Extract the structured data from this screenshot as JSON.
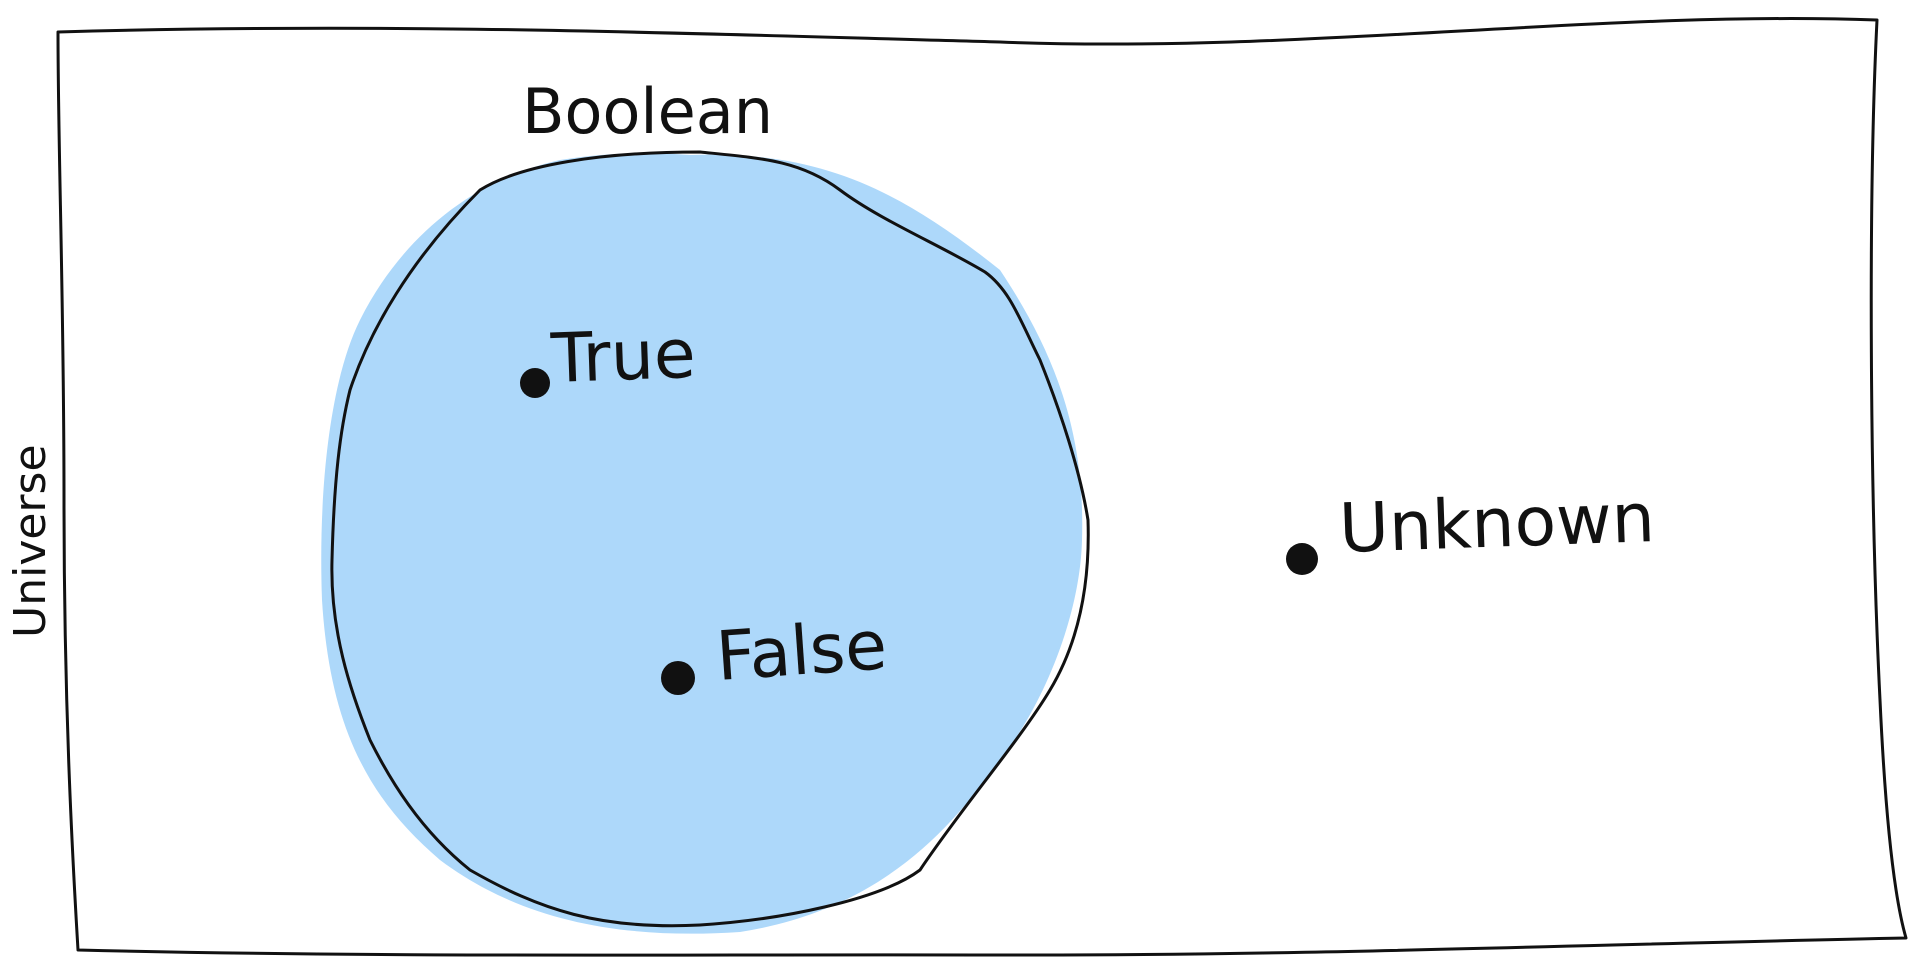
{
  "diagram": {
    "universe": {
      "label": "Universe"
    },
    "set": {
      "label": "Boolean",
      "fill_color": "#add8fa"
    },
    "elements": [
      {
        "label": "True"
      },
      {
        "label": "False"
      },
      {
        "label": "Unknown"
      }
    ],
    "colors": {
      "stroke": "#111111",
      "background": "#ffffff"
    }
  }
}
